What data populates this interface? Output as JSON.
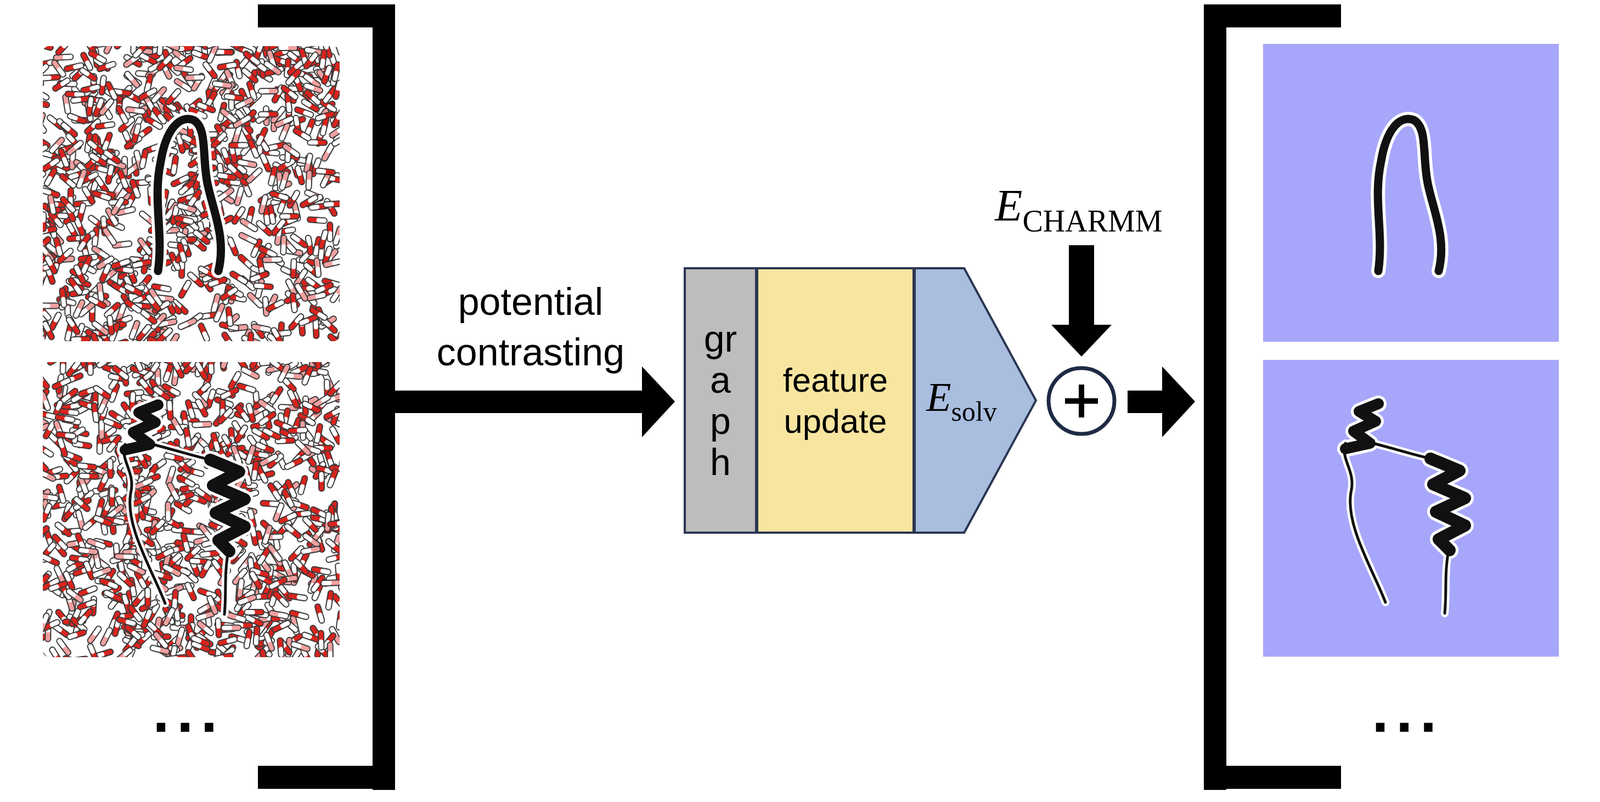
{
  "diagram": {
    "nodes": [
      {
        "text": [
          "graph"
        ]
      },
      {
        "text": [
          "feature update"
        ]
      },
      {
        "text": [
          "E",
          "solv"
        ]
      }
    ],
    "labels": [
      "...",
      "potential contrasting",
      "E",
      "CHARMM",
      "..."
    ]
  }
}
